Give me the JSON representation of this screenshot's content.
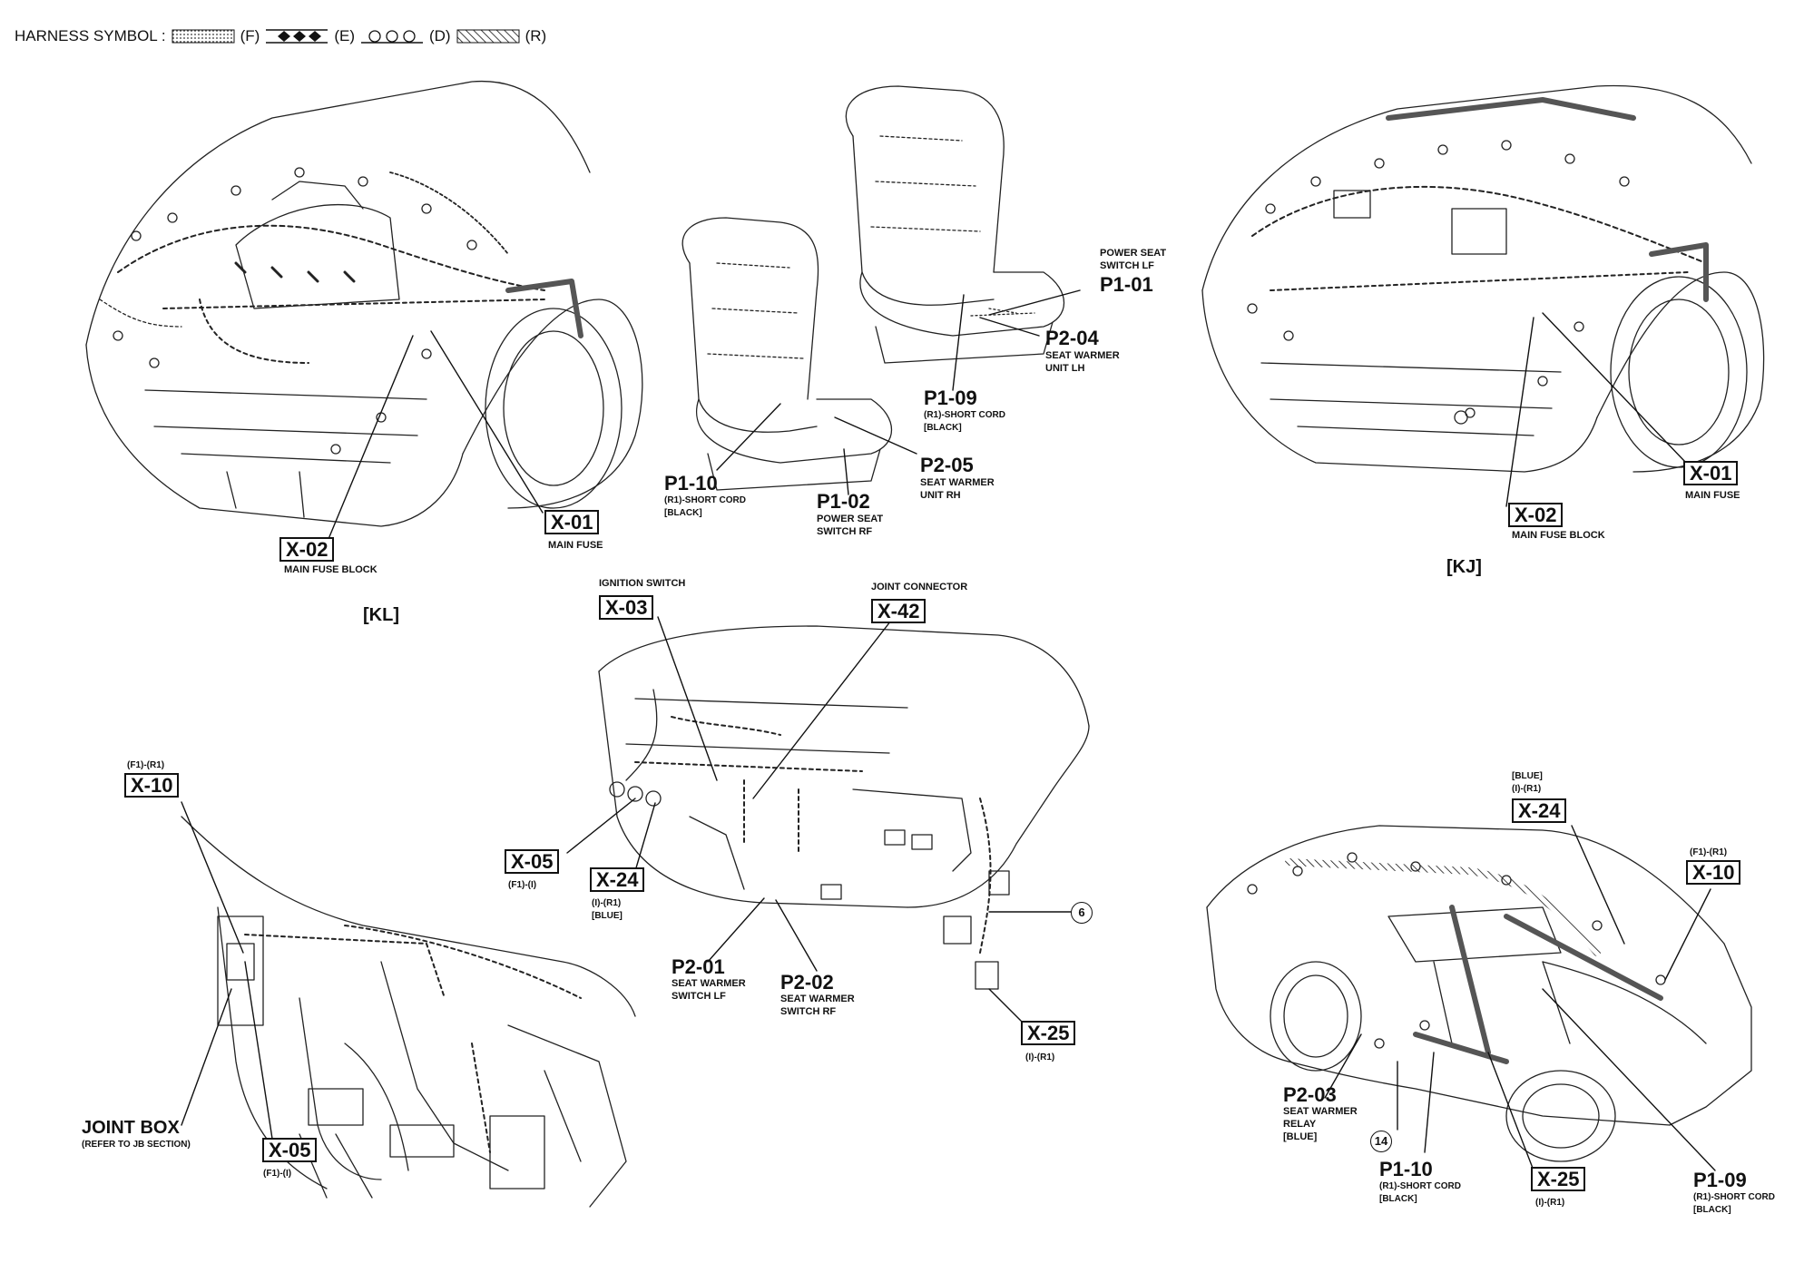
{
  "header": {
    "label": "HARNESS SYMBOL :",
    "symbols": [
      {
        "icon": "dotted-harness-icon",
        "code": "(F)"
      },
      {
        "icon": "diamond-harness-icon",
        "code": "(E)"
      },
      {
        "icon": "circle-harness-icon",
        "code": "(D)"
      },
      {
        "icon": "hatched-harness-icon",
        "code": "(R)"
      }
    ]
  },
  "views": {
    "kl": "[KL]",
    "kj": "[KJ]"
  },
  "engine_kl": {
    "x01": {
      "code": "X-01",
      "desc": "MAIN FUSE"
    },
    "x02": {
      "code": "X-02",
      "desc": "MAIN FUSE BLOCK"
    }
  },
  "engine_kj": {
    "x01": {
      "code": "X-01",
      "desc": "MAIN FUSE"
    },
    "x02": {
      "code": "X-02",
      "desc": "MAIN FUSE BLOCK"
    }
  },
  "seats": {
    "p1_01": {
      "code": "P1-01",
      "desc": [
        "POWER SEAT",
        "SWITCH LF"
      ]
    },
    "p2_04": {
      "code": "P2-04",
      "desc": [
        "SEAT WARMER",
        "UNIT LH"
      ]
    },
    "p1_09": {
      "code": "P1-09",
      "desc": [
        "(R1)-SHORT CORD",
        "[BLACK]"
      ]
    },
    "p2_05": {
      "code": "P2-05",
      "desc": [
        "SEAT WARMER",
        "UNIT RH"
      ]
    },
    "p1_10": {
      "code": "P1-10",
      "desc": [
        "(R1)-SHORT CORD",
        "[BLACK]"
      ]
    },
    "p1_02": {
      "code": "P1-02",
      "desc": [
        "POWER SEAT",
        "SWITCH RF"
      ]
    }
  },
  "dash": {
    "x03": {
      "code": "X-03",
      "desc": "IGNITION SWITCH"
    },
    "x42": {
      "code": "X-42",
      "desc": "JOINT CONNECTOR"
    },
    "x05": {
      "code": "X-05",
      "sub": "(F1)-(I)"
    },
    "x24": {
      "code": "X-24",
      "sub": [
        "(I)-(R1)",
        "[BLUE]"
      ]
    },
    "p2_01": {
      "code": "P2-01",
      "desc": [
        "SEAT WARMER",
        "SWITCH LF"
      ]
    },
    "p2_02": {
      "code": "P2-02",
      "desc": [
        "SEAT WARMER",
        "SWITCH RF"
      ]
    },
    "ref6": "6",
    "x25": {
      "code": "X-25",
      "sub": "(I)-(R1)"
    }
  },
  "interior": {
    "x10": {
      "code": "X-10",
      "sub": "(F1)-(R1)"
    },
    "joint_box": {
      "title": "JOINT BOX",
      "note": "(REFER TO JB SECTION)"
    },
    "x05": {
      "code": "X-05",
      "sub": "(F1)-(I)"
    }
  },
  "body": {
    "x24": {
      "code": "X-24",
      "sub": [
        "[BLUE]",
        "(I)-(R1)"
      ]
    },
    "x10": {
      "code": "X-10",
      "sub": "(F1)-(R1)"
    },
    "p2_03": {
      "code": "P2-03",
      "desc": [
        "SEAT WARMER",
        "RELAY",
        "[BLUE]"
      ]
    },
    "ref14": "14",
    "p1_10": {
      "code": "P1-10",
      "desc": [
        "(R1)-SHORT CORD",
        "[BLACK]"
      ]
    },
    "x25": {
      "code": "X-25",
      "sub": "(I)-(R1)"
    },
    "p1_09": {
      "code": "P1-09",
      "desc": [
        "(R1)-SHORT CORD",
        "[BLACK]"
      ]
    }
  }
}
